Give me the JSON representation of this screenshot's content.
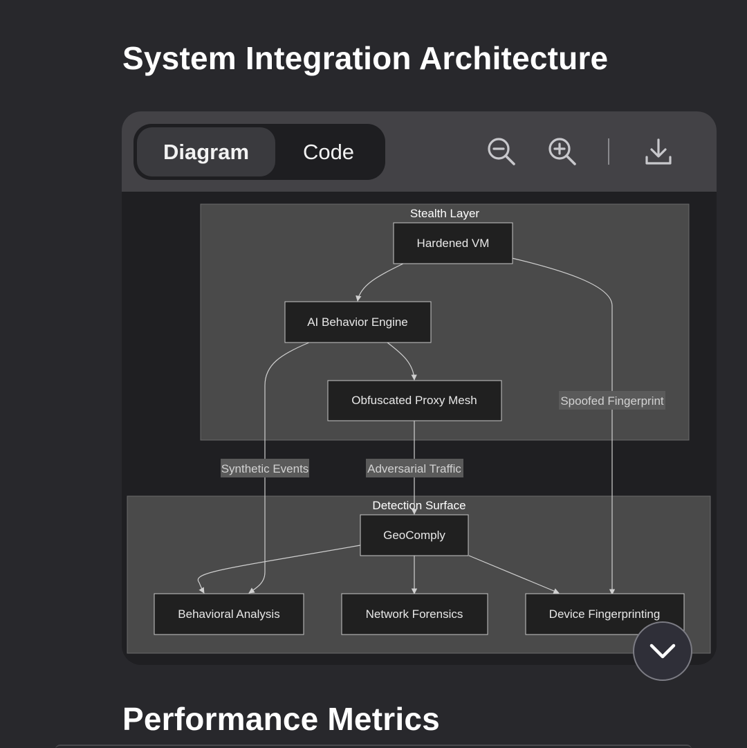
{
  "sections": {
    "architecture_title": "System Integration Architecture",
    "metrics_title": "Performance Metrics"
  },
  "viewer": {
    "tabs": [
      {
        "label": "Diagram",
        "active": true
      },
      {
        "label": "Code",
        "active": false
      }
    ],
    "tools": [
      "zoom-out-icon",
      "zoom-in-icon",
      "download-icon"
    ],
    "scroll_button_icon": "chevron-down-icon"
  },
  "diagram": {
    "clusters": {
      "stealth": "Stealth Layer",
      "detection": "Detection Surface"
    },
    "nodes": {
      "hardened_vm": "Hardened VM",
      "ai_engine": "AI Behavior Engine",
      "proxy_mesh": "Obfuscated Proxy Mesh",
      "geocomply": "GeoComply",
      "behavioral": "Behavioral Analysis",
      "network": "Network Forensics",
      "device": "Device Fingerprinting"
    },
    "edge_labels": {
      "spoofed": "Spoofed Fingerprint",
      "synthetic": "Synthetic Events",
      "adversarial": "Adversarial Traffic"
    }
  },
  "colors": {
    "page_bg": "#28282c",
    "card_bg": "#1f1f22",
    "toolbar_bg": "#434246",
    "cluster_fill": "#4a4a4a",
    "node_fill": "#202020",
    "edge_stroke": "#d0d0d0"
  }
}
